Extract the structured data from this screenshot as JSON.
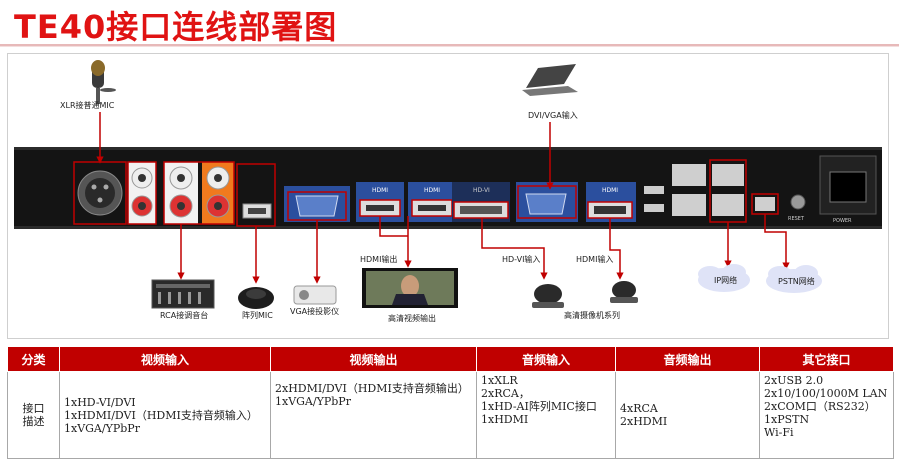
{
  "title": "TE40接口连线部署图",
  "diagram": {
    "labels": {
      "xlr_mic": "XLR接普通MIC",
      "dvi_vga_in": "DVI/VGA输入",
      "rca_mixer": "RCA接调音台",
      "array_mic": "阵列MIC",
      "vga_projector": "VGA接投影仪",
      "hdmi_out": "HDMI输出",
      "hd_video_out": "高清视频输出",
      "hdvi_in": "HD-VI输入",
      "hdmi_in": "HDMI输入",
      "hd_camera": "高清摄像机系列",
      "ip_network": "IP网络",
      "pstn_network": "PSTN网络"
    },
    "panel_text": {
      "hdmi_a": "HDMI",
      "hdmi_b": "HDMI",
      "hdmi_c": "HDMI",
      "hd_vi": "HD-VI",
      "reset": "RESET",
      "power": "POWER"
    }
  },
  "table": {
    "headers": [
      "分类",
      "视频输入",
      "视频输出",
      "音频输入",
      "音频输出",
      "其它接口"
    ],
    "category": [
      "接口",
      "描述"
    ],
    "video_in": [
      "1xHD-VI/DVI",
      "1xHDMI/DVI（HDMI支持音频输入）",
      "1xVGA/YPbPr"
    ],
    "video_out": [
      "2xHDMI/DVI（HDMI支持音频输出）",
      "1xVGA/YPbPr"
    ],
    "audio_in": [
      "1xXLR",
      " 2xRCA，",
      "1xHD-AI阵列MIC接口",
      "1xHDMI"
    ],
    "audio_out": [
      "4xRCA",
      "2xHDMI"
    ],
    "other": [
      "2xUSB 2.0",
      "2x10/100/1000M LAN",
      "2xCOM口（RS232）",
      "1xPSTN",
      "Wi-Fi"
    ]
  }
}
